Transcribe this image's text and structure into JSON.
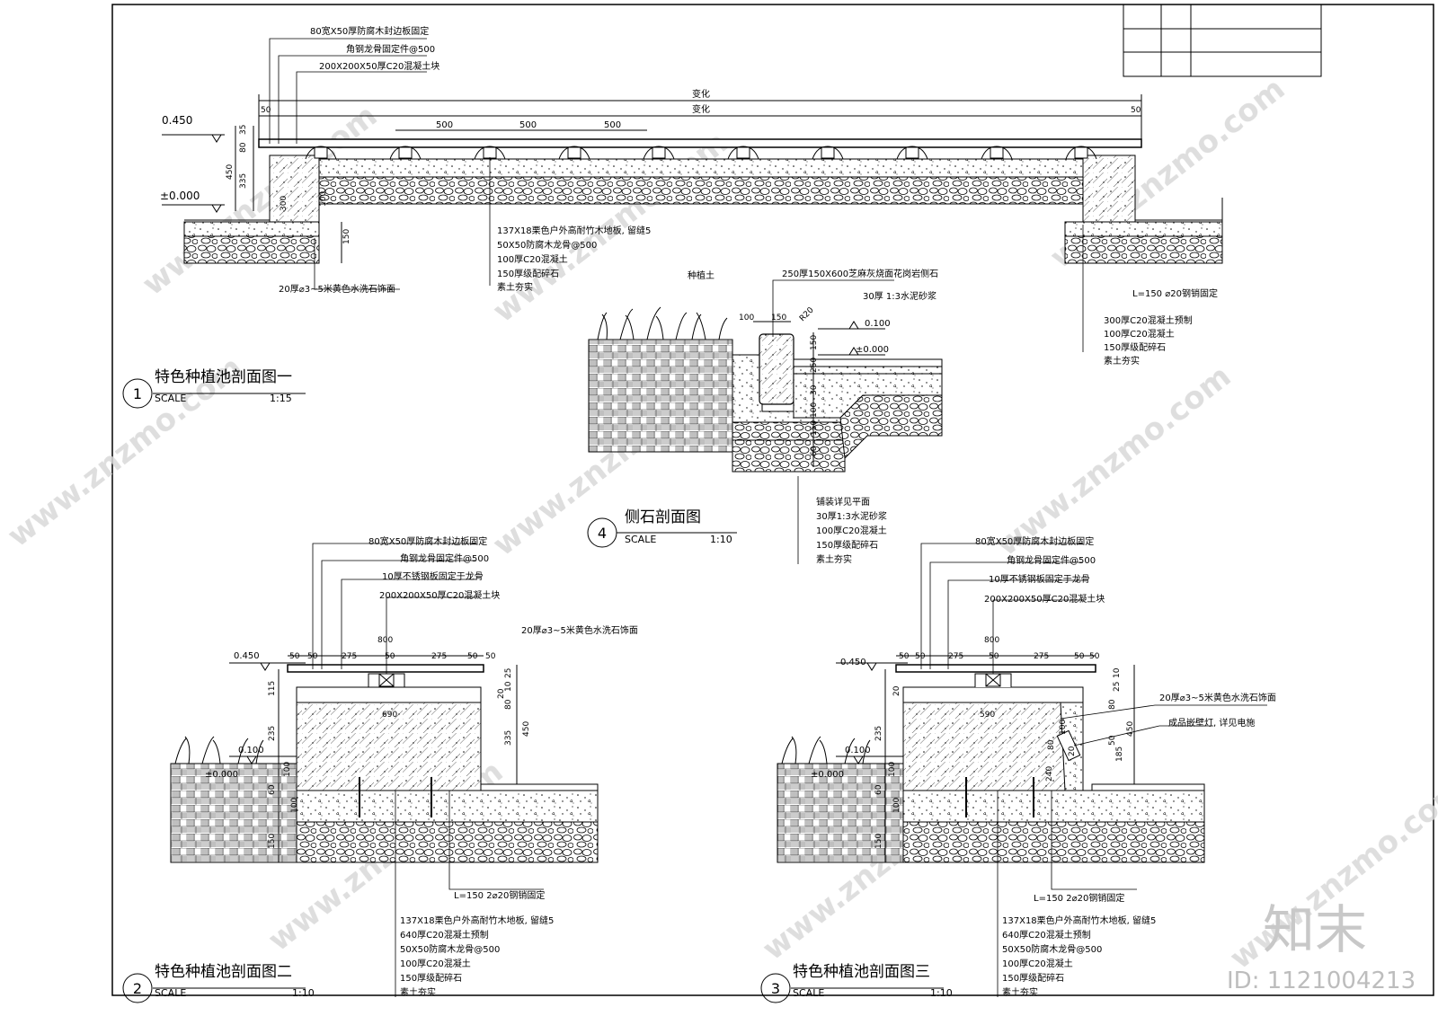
{
  "watermark": {
    "brand": "知末",
    "id": "ID: 1121004213",
    "site": "www.znzmo.com"
  },
  "sections": [
    {
      "number": "1",
      "title": "特色种植池剖面图一",
      "scale_label": "SCALE",
      "scale": "1:15"
    },
    {
      "number": "4",
      "title": "侧石剖面图",
      "scale_label": "SCALE",
      "scale": "1:10"
    },
    {
      "number": "2",
      "title": "特色种植池剖面图二",
      "scale_label": "SCALE",
      "scale": "1:10"
    },
    {
      "number": "3",
      "title": "特色种植池剖面图三",
      "scale_label": "SCALE",
      "scale": "1:10"
    }
  ],
  "section1": {
    "top_labels": [
      "80宽X50厚防腐木封边板固定",
      "角钢龙骨固定件@500",
      "200X200X50厚C20混凝土块"
    ],
    "dims_top": [
      "变化",
      "变化",
      "50",
      "50",
      "500",
      "500",
      "500"
    ],
    "levels": [
      "0.450",
      "±0.000"
    ],
    "dims_left": [
      "35",
      "80",
      "335",
      "450",
      "300",
      "100",
      "150"
    ],
    "mid_labels": [
      "137X18栗色户外高耐竹木地板, 留缝5",
      "50X50防腐木龙骨@500",
      "100厚C20混凝土",
      "150厚级配碎石",
      "素土夯实"
    ],
    "left_bottom_label": "20厚⌀3~5米黄色水洗石饰面",
    "right_labels": [
      "L=150 ⌀20钢销固定",
      "300厚C20混凝土预制",
      "100厚C20混凝土",
      "150厚级配碎石",
      "素土夯实"
    ]
  },
  "section4": {
    "top_labels": [
      "种植土",
      "250厚150X600芝麻灰烧面花岗岩侧石",
      "30厚 1:3水泥砂浆"
    ],
    "dims": [
      "100",
      "150",
      "R20",
      "150",
      "250",
      "30",
      "100",
      "150",
      "60"
    ],
    "levels": [
      "0.100",
      "±0.000"
    ],
    "bottom_labels": [
      "铺装详见平面",
      "30厚1:3水泥砂浆",
      "100厚C20混凝土",
      "150厚级配碎石",
      "素土夯实"
    ]
  },
  "section2": {
    "top_labels": [
      "80宽X50厚防腐木封边板固定",
      "角钢龙骨固定件@500",
      "10厚不锈钢板固定于龙骨",
      "200X200X50厚C20混凝土块",
      "20厚⌀3~5米黄色水洗石饰面"
    ],
    "dims_top": [
      "800",
      "50",
      "50",
      "275",
      "50",
      "275",
      "50",
      "50"
    ],
    "inner_dim": "690",
    "levels": [
      "0.450",
      "0.100",
      "±0.000"
    ],
    "dims_left": [
      "115",
      "235",
      "100",
      "60",
      "100",
      "150",
      "25",
      "10",
      "80",
      "335",
      "450",
      "20"
    ],
    "rebar_label": "L=150 2⌀20钢销固定",
    "bottom_labels": [
      "137X18栗色户外高耐竹木地板, 留缝5",
      "640厚C20混凝土预制",
      "50X50防腐木龙骨@500",
      "100厚C20混凝土",
      "150厚级配碎石",
      "素土夯实"
    ]
  },
  "section3": {
    "top_labels": [
      "80宽X50厚防腐木封边板固定",
      "角钢龙骨固定件@500",
      "10厚不锈钢板固定于龙骨",
      "200X200X50厚C20混凝土块"
    ],
    "right_labels": [
      "20厚⌀3~5米黄色水洗石饰面",
      "成品嵌壁灯, 详见电施"
    ],
    "dims_top": [
      "800",
      "50",
      "50",
      "275",
      "50",
      "275",
      "50",
      "50"
    ],
    "inner_dim": "590",
    "levels": [
      "0.450",
      "0.100",
      "±0.000"
    ],
    "dims_misc": [
      "235",
      "100",
      "60",
      "100",
      "150",
      "20",
      "80",
      "10",
      "25",
      "80",
      "50",
      "450",
      "185",
      "240",
      "100",
      "20"
    ],
    "rebar_label": "L=150 2⌀20钢销固定",
    "bottom_labels": [
      "137X18栗色户外高耐竹木地板, 留缝5",
      "640厚C20混凝土预制",
      "50X50防腐木龙骨@500",
      "100厚C20混凝土",
      "150厚级配碎石",
      "素土夯实"
    ]
  }
}
